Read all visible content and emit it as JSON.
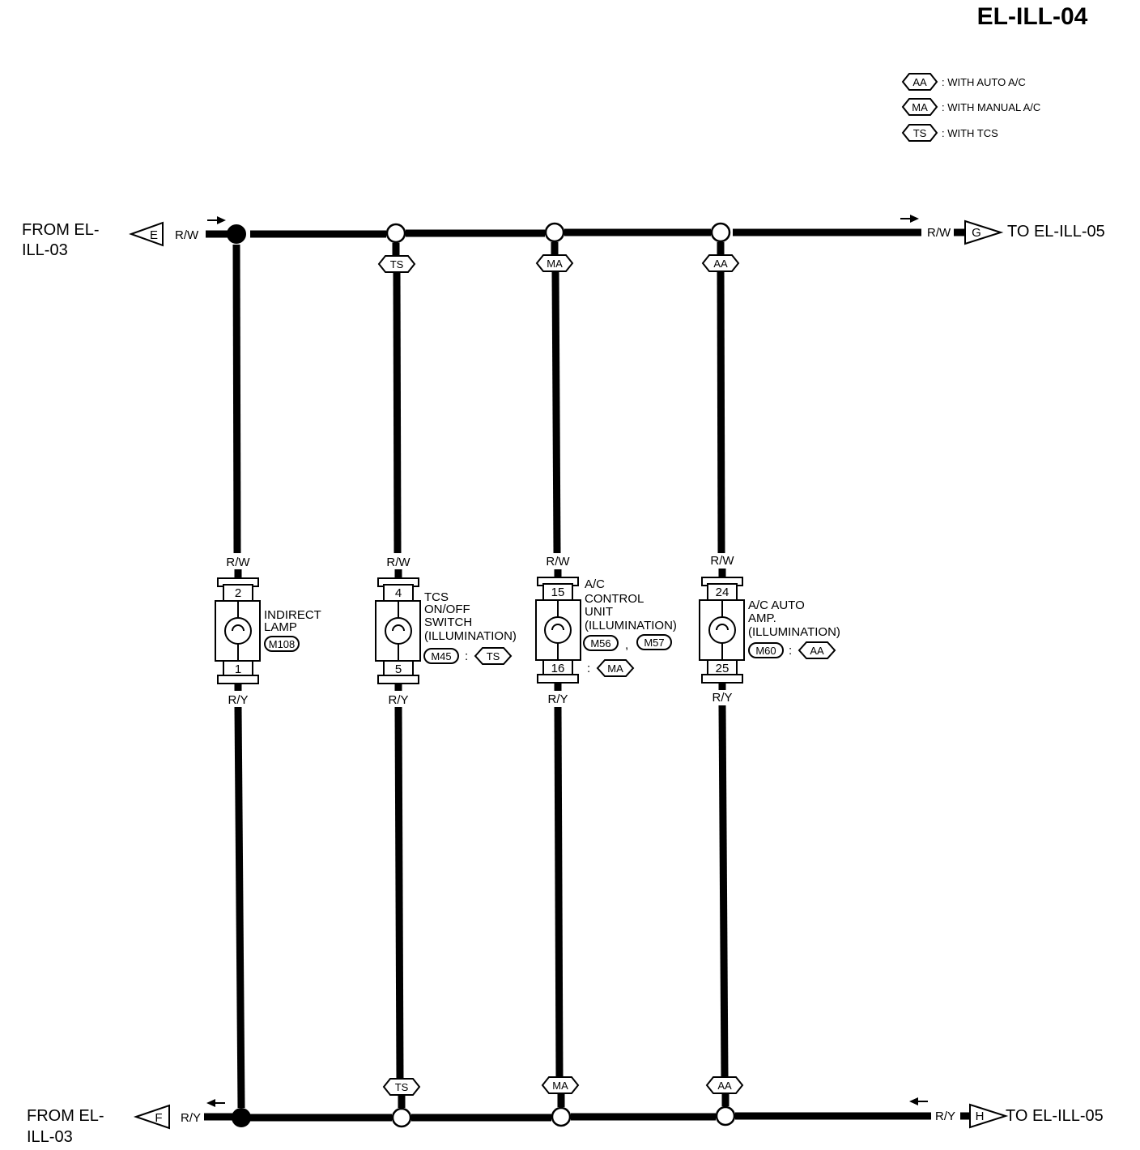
{
  "page_id": "EL-ILL-04",
  "legend": [
    {
      "code": "AA",
      "text": ": WITH AUTO A/C"
    },
    {
      "code": "MA",
      "text": ": WITH MANUAL A/C"
    },
    {
      "code": "TS",
      "text": ": WITH TCS"
    }
  ],
  "top_bus": {
    "wire_color": "R/W",
    "from": {
      "connector": "E",
      "text_line1": "FROM EL-",
      "text_line2": "ILL-03"
    },
    "to": {
      "connector": "G",
      "text": "TO EL-ILL-05"
    }
  },
  "bottom_bus": {
    "wire_color": "R/Y",
    "from": {
      "connector": "F",
      "text_line1": "FROM EL-",
      "text_line2": "ILL-03"
    },
    "to": {
      "connector": "H",
      "text": "TO EL-ILL-05"
    }
  },
  "components": [
    {
      "top_color": "R/W",
      "top_pin": "2",
      "bottom_pin": "1",
      "bottom_color": "R/Y",
      "name_lines": [
        "INDIRECT",
        "LAMP"
      ],
      "connectors": [
        "M108"
      ],
      "condition": "",
      "branch_tag": ""
    },
    {
      "top_color": "R/W",
      "top_pin": "4",
      "bottom_pin": "5",
      "bottom_color": "R/Y",
      "name_lines": [
        "TCS",
        "ON/OFF",
        "SWITCH",
        "(ILLUMINATION)"
      ],
      "connectors": [
        "M45"
      ],
      "condition": "TS",
      "branch_tag": "TS"
    },
    {
      "top_color": "R/W",
      "top_pin": "15",
      "bottom_pin": "16",
      "bottom_color": "R/Y",
      "name_lines": [
        "A/C",
        "CONTROL",
        "UNIT",
        "(ILLUMINATION)"
      ],
      "connectors": [
        "M56",
        "M57"
      ],
      "condition": "MA",
      "branch_tag": "MA"
    },
    {
      "top_color": "R/W",
      "top_pin": "24",
      "bottom_pin": "25",
      "bottom_color": "R/Y",
      "name_lines": [
        "A/C AUTO",
        "AMP.",
        "(ILLUMINATION)"
      ],
      "connectors": [
        "M60"
      ],
      "condition": "AA",
      "branch_tag": "AA"
    }
  ]
}
